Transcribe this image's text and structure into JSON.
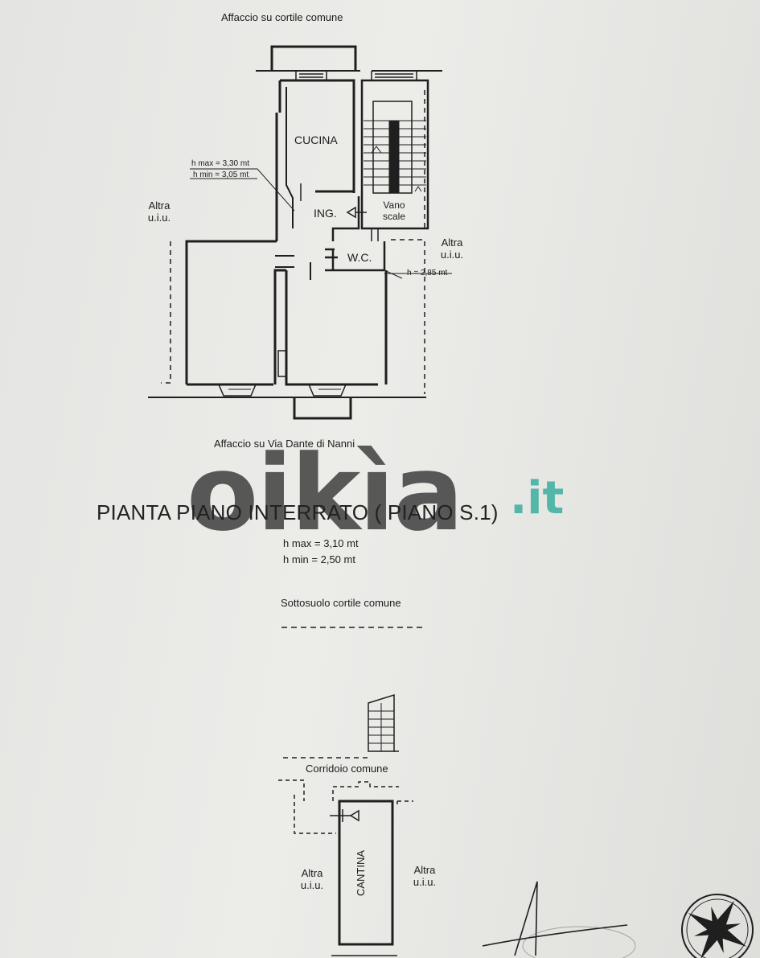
{
  "floor_plan": {
    "top_facing": "Affaccio su cortile comune",
    "bottom_facing": "Affaccio su Via Dante di Nanni",
    "rooms": {
      "kitchen": "CUCINA",
      "entrance": "ING.",
      "stair_line1": "Vano",
      "stair_line2": "scale",
      "wc": "W.C."
    },
    "left_unit_line1": "Altra",
    "left_unit_line2": "u.i.u.",
    "right_unit_line1": "Altra",
    "right_unit_line2": "u.i.u.",
    "height_max": "h max = 3,30 mt",
    "height_min": "h min = 3,05 mt",
    "height_wc": "h = 2,85 mt"
  },
  "basement": {
    "title": "PIANTA PIANO INTERRATO ( PIANO S.1)",
    "height_max": "h max = 3,10 mt",
    "height_min": "h min = 2,50 mt",
    "subsoil_label": "Sottosuolo cortile comune",
    "corridor_label": "Corridoio comune",
    "cellar_label": "CANTINA",
    "left_unit_line1": "Altra",
    "left_unit_line2": "u.i.u.",
    "right_unit_line1": "Altra",
    "right_unit_line2": "u.i.u."
  },
  "watermark": {
    "brand_main": "oikìa",
    "brand_suffix": ".it",
    "brand_color": "#3aae9e"
  },
  "colors": {
    "paper": "#e8e8e5",
    "ink": "#1b1b1b"
  },
  "icons": [
    "compass-rose-icon",
    "entry-arrow-icon",
    "stair-icon"
  ]
}
